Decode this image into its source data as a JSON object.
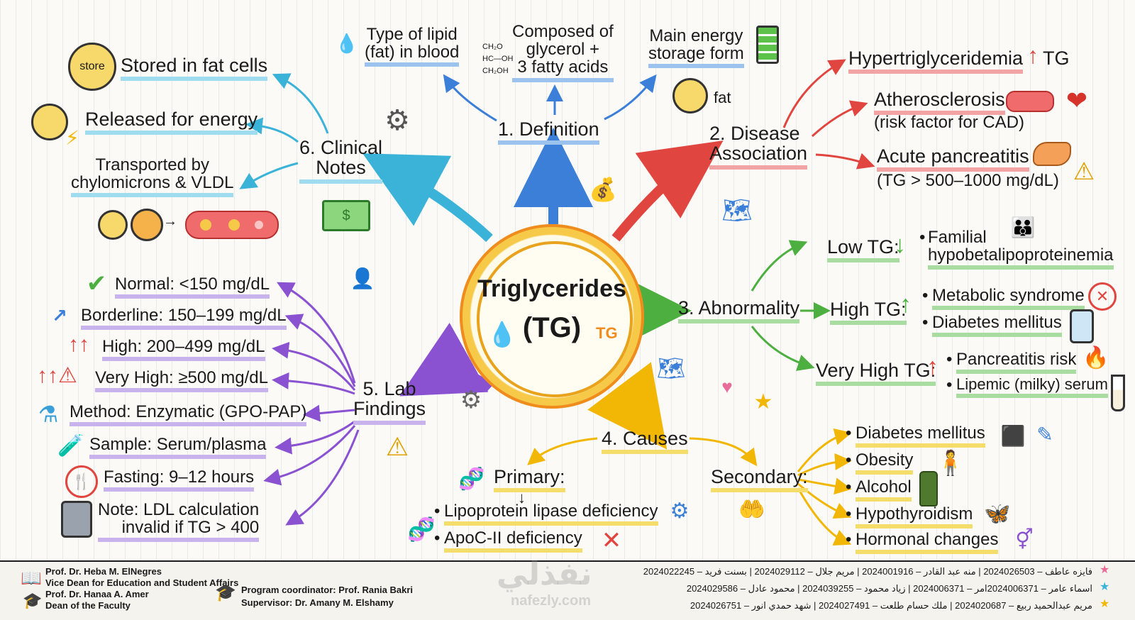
{
  "center": {
    "title": "Triglycerides",
    "subtitle": "(TG)",
    "badge": "TG"
  },
  "definition": {
    "heading": "1. Definition",
    "type_of_lipid": "Type of lipid\n(fat) in blood",
    "composed": "Composed of\nglycerol +\n3 fatty acids",
    "main_energy": "Main energy\nstorage form",
    "fat_label": "fat",
    "glycerol_formula": "CH₂O\nHC—OH\nCH₂OH"
  },
  "disease": {
    "heading": "2. Disease\nAssociation",
    "items": [
      {
        "text": "Hypertriglyceridemia",
        "suffix": "TG"
      },
      {
        "text": "Atherosclerosis",
        "sub": "(risk factor for CAD)"
      },
      {
        "text": "Acute pancreatitis",
        "sub": "(TG > 500–1000 mg/dL)"
      }
    ]
  },
  "abnormality": {
    "heading": "3. Abnormality",
    "low": {
      "label": "Low TG:",
      "items": [
        "Familial\nhypobetalipoproteinemia"
      ]
    },
    "high": {
      "label": "High TG:",
      "items": [
        "Metabolic syndrome",
        "Diabetes mellitus"
      ]
    },
    "very_high": {
      "label": "Very High TG:",
      "items": [
        "Pancreatitis risk",
        "Lipemic (milky) serum"
      ]
    }
  },
  "causes": {
    "heading": "4. Causes",
    "primary": {
      "label": "Primary:",
      "items": [
        "Lipoprotein lipase deficiency",
        "ApoC-II deficiency"
      ]
    },
    "secondary": {
      "label": "Secondary:",
      "items": [
        "Diabetes mellitus",
        "Obesity",
        "Alcohol",
        "Hypothyroidism",
        "Hormonal changes"
      ]
    }
  },
  "lab": {
    "heading": "5. Lab\nFindings",
    "items": [
      "Normal: <150 mg/dL",
      "Borderline: 150–199 mg/dL",
      "High: 200–499 mg/dL",
      "Very High: ≥500 mg/dL",
      "Method: Enzymatic (GPO-PAP)",
      "Sample: Serum/plasma",
      "Fasting: 9–12 hours",
      "Note: LDL calculation\ninvalid if TG > 400"
    ]
  },
  "clinical": {
    "heading": "6. Clinical\nNotes",
    "items": [
      "Stored in fat cells",
      "Released for energy",
      "Transported by\nchylomicrons & VLDL"
    ],
    "store_label": "store"
  },
  "footer": {
    "left": [
      "Prof. Dr. Heba M. ElNegres",
      "Vice Dean for Education and Student Affairs",
      "Prof. Dr. Hanaa A. Amer",
      "Dean of the Faculty"
    ],
    "program": [
      "Program coordinator: Prof. Rania Bakri",
      "Supervisor: Dr. Amany M. Elshamy"
    ],
    "students": [
      "فايزه عاطف – 2024026503 | منه عبد القادر – 2024001916 | مريم جلال – 2024029112 | بسنت فريد – 2024022245",
      "اسماء عامر – 2024006371امر – 2024006371 | زياد محمود – 2024039255 | محمود عادل – 2024029586",
      "مريم عبدالحميد ربيع – 2024020687 | ملك حسام طلعت – 2024027491 | شهد حمدي انور – 2024026751"
    ],
    "watermark": "نفذلي",
    "watermark_url": "nafezly.com"
  },
  "colors": {
    "blue": "#3b7fd9",
    "red": "#e0463f",
    "green": "#4caf3f",
    "yellow": "#f2b705",
    "purple": "#8a52d1",
    "cyan": "#3bb3d9",
    "orange": "#f08c1e"
  }
}
